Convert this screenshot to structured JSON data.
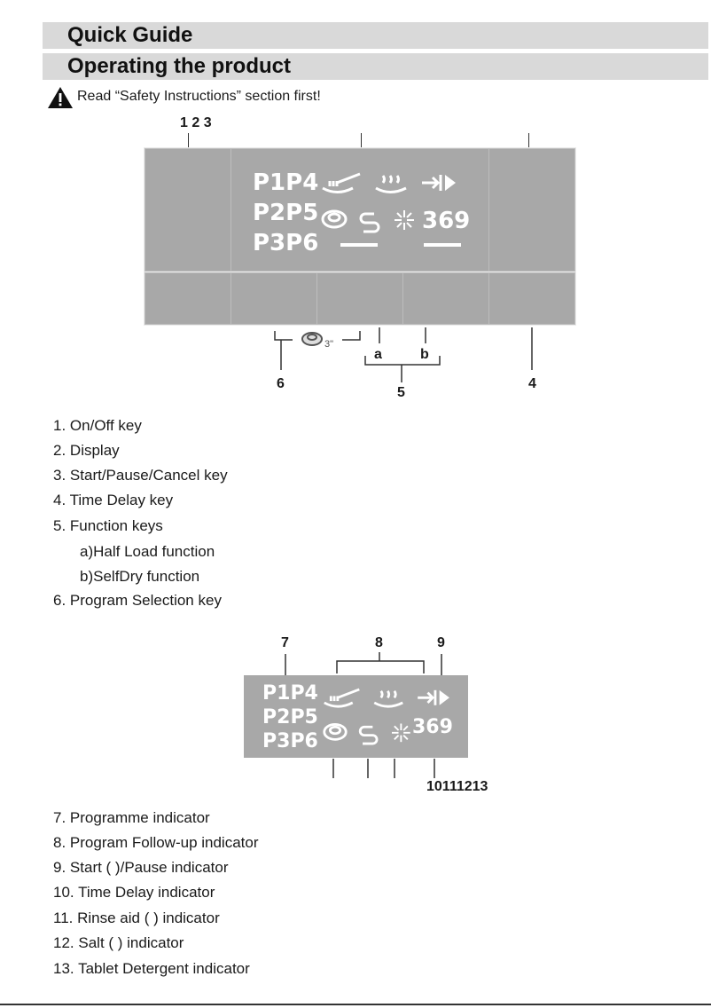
{
  "header": {
    "title": "Quick Guide",
    "subtitle": "Operating the product"
  },
  "warning": {
    "icon": "warning-triangle-icon",
    "text": "Read “Safety Instructions” section first!"
  },
  "figure1": {
    "callouts": {
      "top": "1 2 3",
      "a": "a",
      "b": "b",
      "n4": "4",
      "n5": "5",
      "n6": "6",
      "timer_label": "3\""
    },
    "display": {
      "programs": [
        "P1",
        "P4",
        "P2",
        "P5",
        "P3",
        "P6"
      ],
      "delay": "369"
    }
  },
  "list1": [
    {
      "num": "1.",
      "text": "On/Off key"
    },
    {
      "num": "2.",
      "text": " Display"
    },
    {
      "num": "3.",
      "text": "Start/Pause/Cancel key"
    },
    {
      "num": "4.",
      "text": "Time Delay key"
    },
    {
      "num": "5.",
      "text": "Function keys"
    },
    {
      "num": "a)",
      "text": "Half Load function"
    },
    {
      "num": "b)",
      "text": "SelfDry function"
    },
    {
      "num": "6.",
      "text": "Program Selection key"
    }
  ],
  "figure2": {
    "callouts": {
      "n7": "7",
      "n8": "8",
      "n9": "9",
      "bottom": "10111213"
    },
    "display": {
      "programs": [
        "P1",
        "P4",
        "P2",
        "P5",
        "P3",
        "P6"
      ],
      "delay": "369"
    }
  },
  "list2": [
    {
      "num": "7.",
      "text": "Programme indicator"
    },
    {
      "num": "8.",
      "text": "Program Follow-up indicator"
    },
    {
      "num": "9.",
      "text": "Start (  )/Pause indicator"
    },
    {
      "num": "10.",
      "text": "Time Delay indicator"
    },
    {
      "num": "11.",
      "text": "Rinse aid (  ) indicator"
    },
    {
      "num": "12.",
      "text": "Salt (  ) indicator"
    },
    {
      "num": "13.",
      "text": "Tablet Detergent indicator"
    }
  ]
}
